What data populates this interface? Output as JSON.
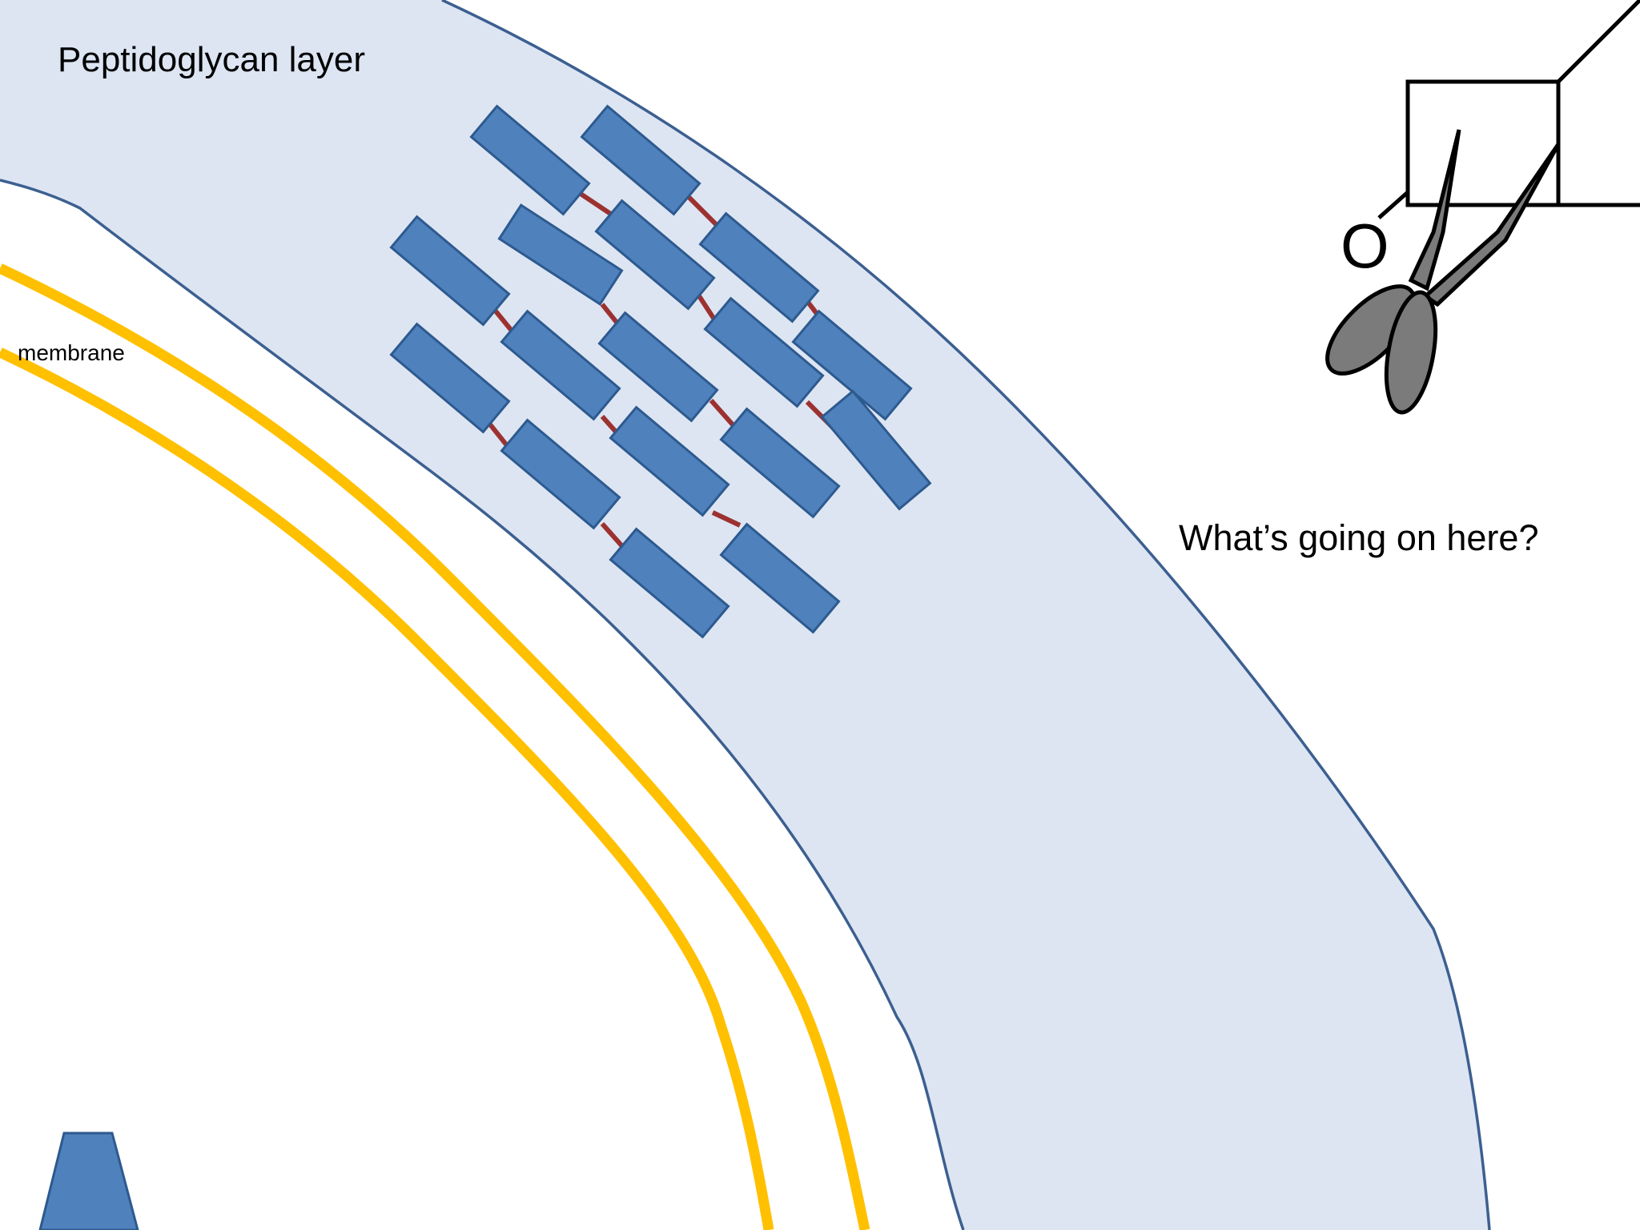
{
  "labels": {
    "title": "Peptidoglycan layer",
    "membrane": "membrane",
    "question": "What’s going on here?",
    "oxygen": "O"
  },
  "colors": {
    "wall_fill": "#dde5f3",
    "wall_stroke": "#3c5f90",
    "membrane": "#ffc000",
    "glycan_fill": "#4f81bd",
    "glycan_stroke": "#2d5a8e",
    "crosslink": "#9c3230",
    "scissors": "#7b7b7b",
    "protein": "#4f81bd"
  },
  "icons": {
    "scissors": "scissors-icon",
    "molecule": "sugar-ring-structure"
  }
}
